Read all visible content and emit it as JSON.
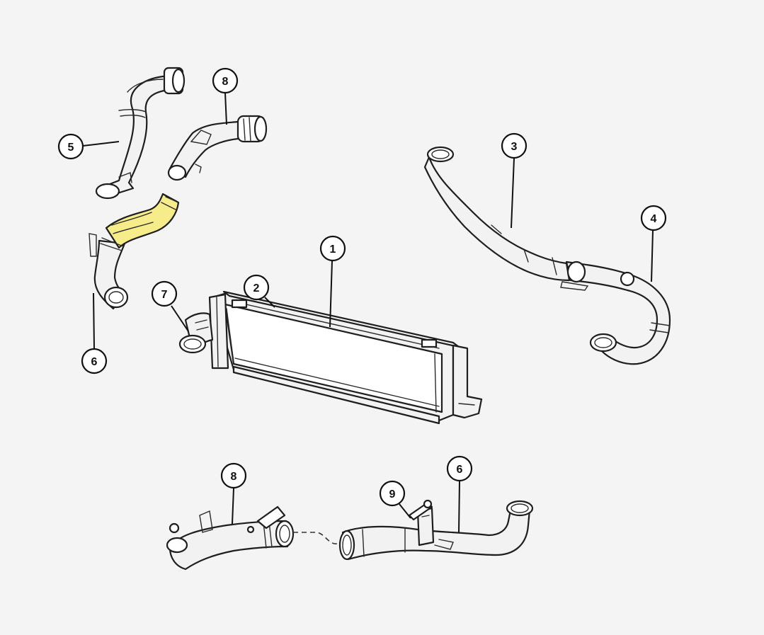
{
  "highlight_color": "#f7ec8a",
  "line_color": "#1e1e1e",
  "callouts": {
    "c1": "1",
    "c2": "2",
    "c3": "3",
    "c4": "4",
    "c5": "5",
    "c6_left": "6",
    "c6_bottom": "6",
    "c7": "7",
    "c8_top": "8",
    "c8_bottom": "8",
    "c9": "9"
  }
}
